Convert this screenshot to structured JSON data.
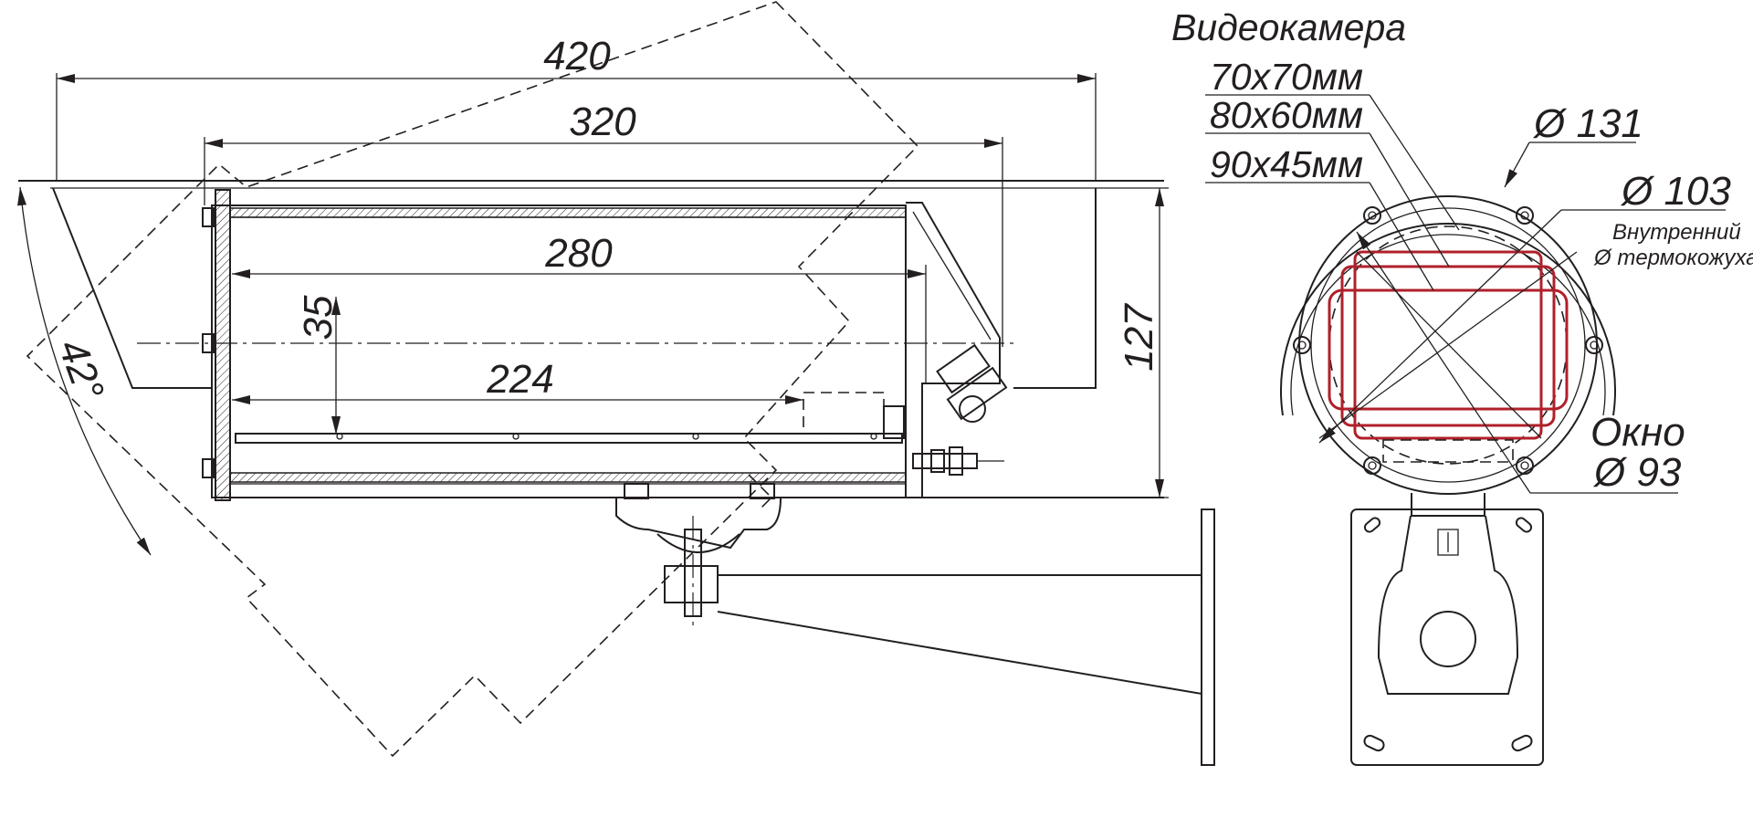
{
  "side_view": {
    "dims": {
      "total_length": "420",
      "housing_length": "320",
      "inner_length": "280",
      "base_length": "224",
      "base_height": "35",
      "height": "127",
      "angle": "42°"
    }
  },
  "front_view": {
    "camera": {
      "title": "Видеокамера",
      "size_1": "70х70мм",
      "size_2": "80х60мм",
      "size_3": "90х45мм"
    },
    "outer_diameter": "Ø 131",
    "inner_diameter": "Ø 103",
    "inner_note_line1": "Внутренний",
    "inner_note_line2": "Ø термокожуха",
    "window_label": "Окно",
    "window_diameter": "Ø 93"
  },
  "colors": {
    "line": "#231f20",
    "camera_outline": "#b0202a",
    "background": "#ffffff"
  }
}
